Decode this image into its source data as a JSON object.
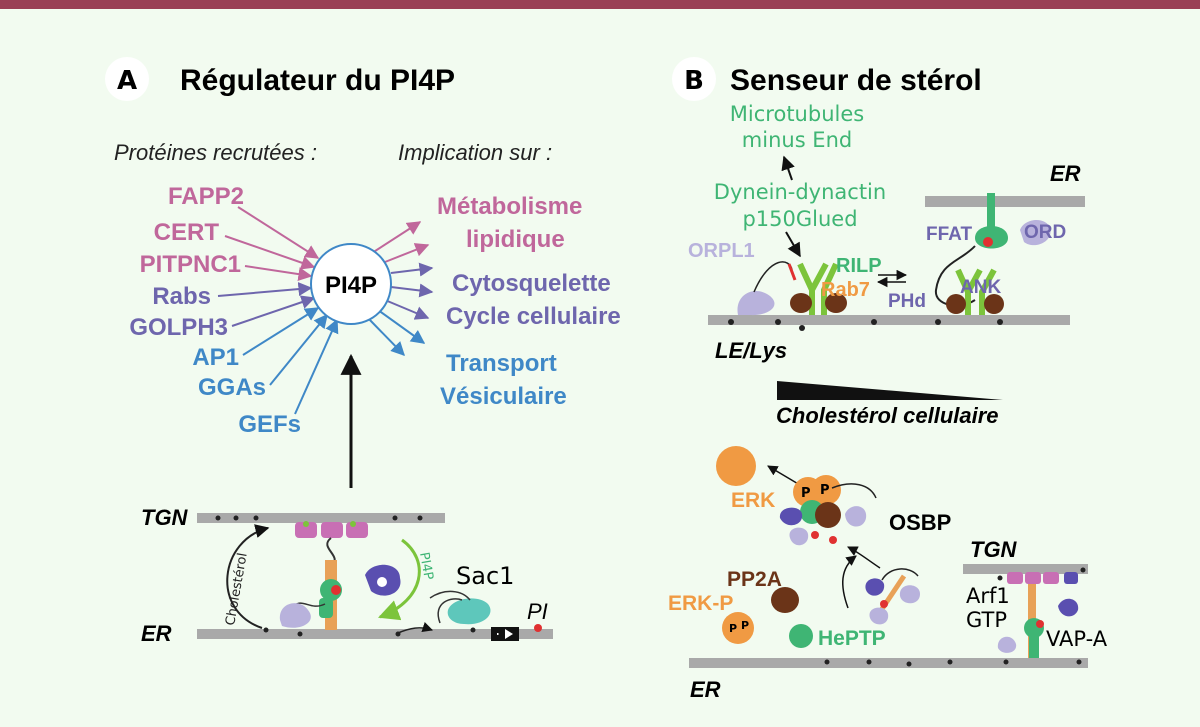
{
  "colors": {
    "background": "#f2fbf0",
    "top_bar": "#9a3f55",
    "pink": "#c0679b",
    "violet": "#6e66ad",
    "blue": "#3f88c7",
    "green": "#3fb574",
    "orange": "#f09a43",
    "brown": "#6b3418",
    "membrane": "#a9a9a9"
  },
  "panel_a": {
    "letter": "A",
    "title": "Régulateur du PI4P",
    "subtitle_left": "Protéines recrutées :",
    "subtitle_right": "Implication sur :",
    "center": "PI4P",
    "recruited": [
      "FAPP2",
      "CERT",
      "PITPNC1",
      "Rabs",
      "GOLPH3",
      "AP1",
      "GGAs",
      "GEFs"
    ],
    "implications": [
      {
        "line1": "Métabolisme",
        "line2": "lipidique"
      },
      {
        "line1": "Cytosquelette",
        "line2": "Cycle cellulaire"
      },
      {
        "line1": "Transport",
        "line2": "Vésiculaire"
      }
    ],
    "tgn": "TGN",
    "er": "ER",
    "cholesterol": "Cholestérol",
    "pi4p_arrow": "PI4P",
    "sac1": "Sac1",
    "pi": "PI"
  },
  "panel_b": {
    "letter": "B",
    "title": "Senseur de stérol",
    "microtubules1": "Microtubules",
    "microtubules2": "minus End",
    "dynein1": "Dynein-dynactin",
    "dynein2": "p150Glued",
    "orpl1": "ORPL1",
    "rilp": "RILP",
    "rab7": "Rab7",
    "phd": "PHd",
    "ank": "ANK",
    "ffat": "FFAT",
    "ord": "ORD",
    "er_top": "ER",
    "le_lys": "LE/Lys",
    "cholesterol_cell": "Cholestérol cellulaire",
    "erk": "ERK",
    "osbp": "OSBP",
    "pp2a": "PP2A",
    "erk_p": "ERK-P",
    "p": "P",
    "heptp": "HePTP",
    "tgn": "TGN",
    "arf1": "Arf1",
    "gtp": "GTP",
    "vapa": "VAP-A",
    "er_bottom": "ER"
  }
}
